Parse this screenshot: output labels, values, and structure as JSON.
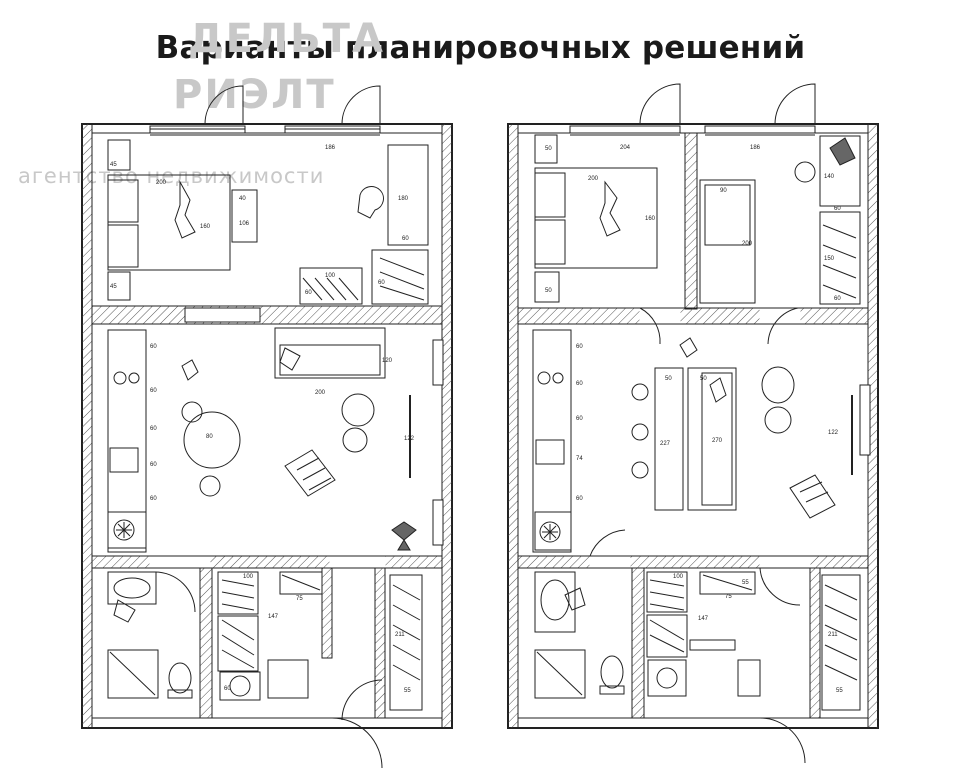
{
  "title": "Варианты планировочных решений",
  "watermark": {
    "line1": "ДЕЛЬТА",
    "line2": "РИЭЛТ",
    "line3": "агентство недвижимости"
  },
  "plan_left": {
    "bedroom": {
      "bed": "200",
      "bed_w": "160",
      "window_w": "186",
      "desk_w": "40",
      "desk_l": "106",
      "closet_l": "180",
      "closet_w": "60",
      "nightstand_top": "45",
      "nightstand_bottom": "45",
      "wardrobe_a": "100",
      "wardrobe_b": "60",
      "wardrobe_c": "60"
    },
    "living": {
      "kitchen": [
        "60",
        "60",
        "60",
        "60",
        "60"
      ],
      "table": "80",
      "sofa_w": "200",
      "sofa_d": "120",
      "tv": "122"
    },
    "hall": {
      "shelf": "100",
      "depth_a": "75",
      "depth_b": "60",
      "len": "147",
      "closet_h": "211",
      "closet_d": "55"
    }
  },
  "plan_right": {
    "bedroom": {
      "bed": "200",
      "bed_w": "160",
      "window_w": "204",
      "nightstand_top": "50",
      "nightstand_bottom": "50"
    },
    "study": {
      "window_w": "186",
      "couch_w": "90",
      "couch_l": "200",
      "shelf_a": "140",
      "shelf_b": "60",
      "wardrobe": "150",
      "wardrobe_d": "60"
    },
    "living": {
      "kitchen": [
        "60",
        "60",
        "60",
        "74",
        "60"
      ],
      "bar": "50",
      "bar_len": "227",
      "sofa": "270",
      "sofa_d": "50",
      "tv": "122"
    },
    "hall": {
      "shelf": "100",
      "depth_a": "75",
      "depth_b": "55",
      "len": "147",
      "closet_h": "211",
      "closet_d": "55"
    }
  }
}
